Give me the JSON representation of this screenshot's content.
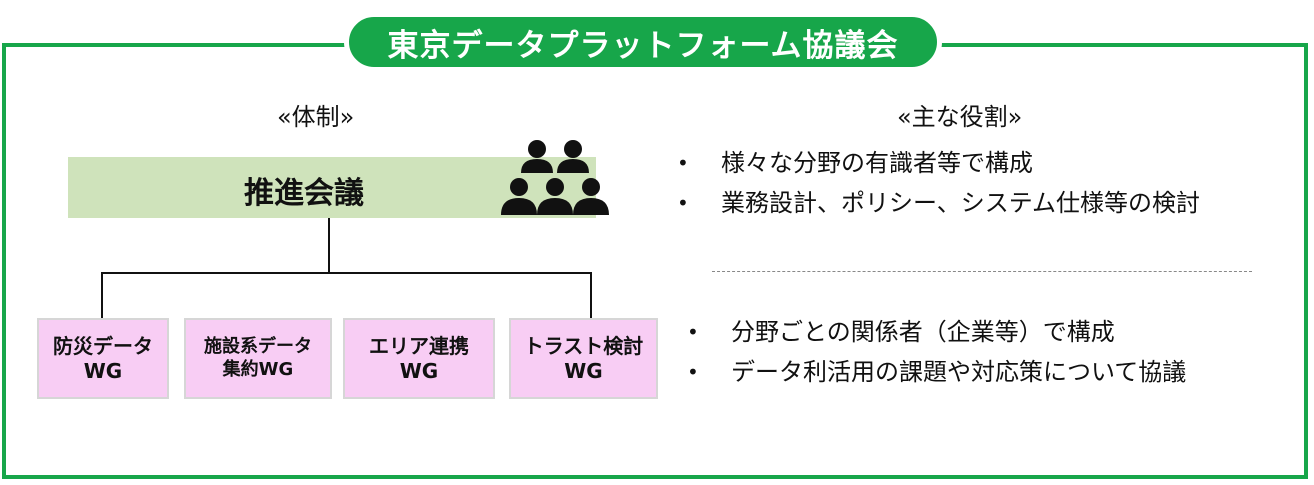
{
  "title": "東京データプラットフォーム協議会",
  "structure_heading": "«体制»",
  "roles_heading": "«主な役割»",
  "main_body": "推進会議",
  "working_groups": [
    {
      "line1": "防災データ",
      "line2": "WG"
    },
    {
      "line1": "施設系データ",
      "line2": "集約WG"
    },
    {
      "line1": "エリア連携",
      "line2": "WG"
    },
    {
      "line1": "トラスト検討",
      "line2": "WG"
    }
  ],
  "main_roles": [
    "様々な分野の有識者等で構成",
    "業務設計、ポリシー、システム仕様等の検討"
  ],
  "wg_roles": [
    "分野ごとの関係者（企業等）で構成",
    "データ利活用の課題や対応策について協議"
  ],
  "icons": {
    "people": "people-group-icon",
    "bullet": "bullet-icon"
  },
  "colors": {
    "accent_green": "#17a64a",
    "main_box": "#cfe3bb",
    "wg_box": "#f8cdf4"
  }
}
